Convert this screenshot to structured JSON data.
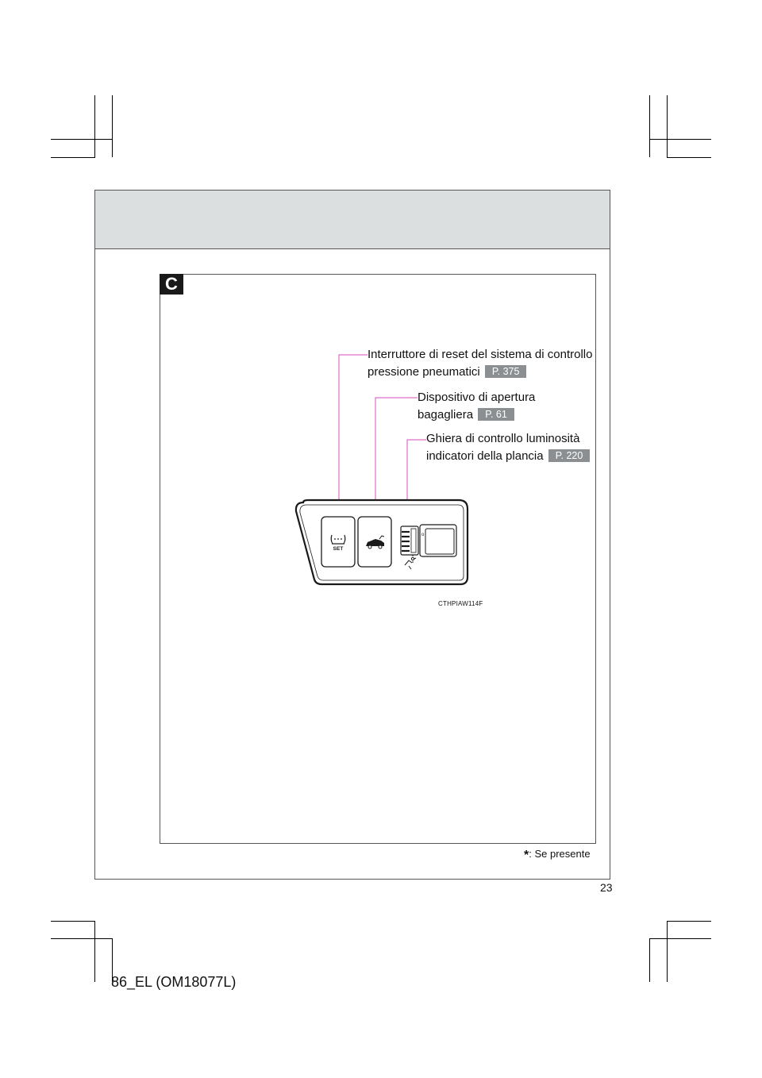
{
  "section": {
    "letter": "C"
  },
  "callouts": [
    {
      "line1": "Interruttore di reset del sistema di controllo",
      "line2": "pressione pneumatici",
      "ref": "P. 375"
    },
    {
      "line1": "Dispositivo di apertura",
      "line2": "bagagliera",
      "ref": "P. 61"
    },
    {
      "line1": "Ghiera di controllo luminosità",
      "line2": "indicatori della plancia",
      "ref": "P. 220"
    }
  ],
  "figure": {
    "code": "CTHPIAW114F",
    "set_label": "SET",
    "dial_marker": "o",
    "icons": [
      "tire-pressure-warning-icon",
      "trunk-open-icon",
      "instrument-brightness-icon"
    ],
    "leader_color": "#e06fc8"
  },
  "footnote": {
    "marker": "*",
    "text": ": Se presente"
  },
  "page_number": "23",
  "doc_code": "86_EL (OM18077L)"
}
